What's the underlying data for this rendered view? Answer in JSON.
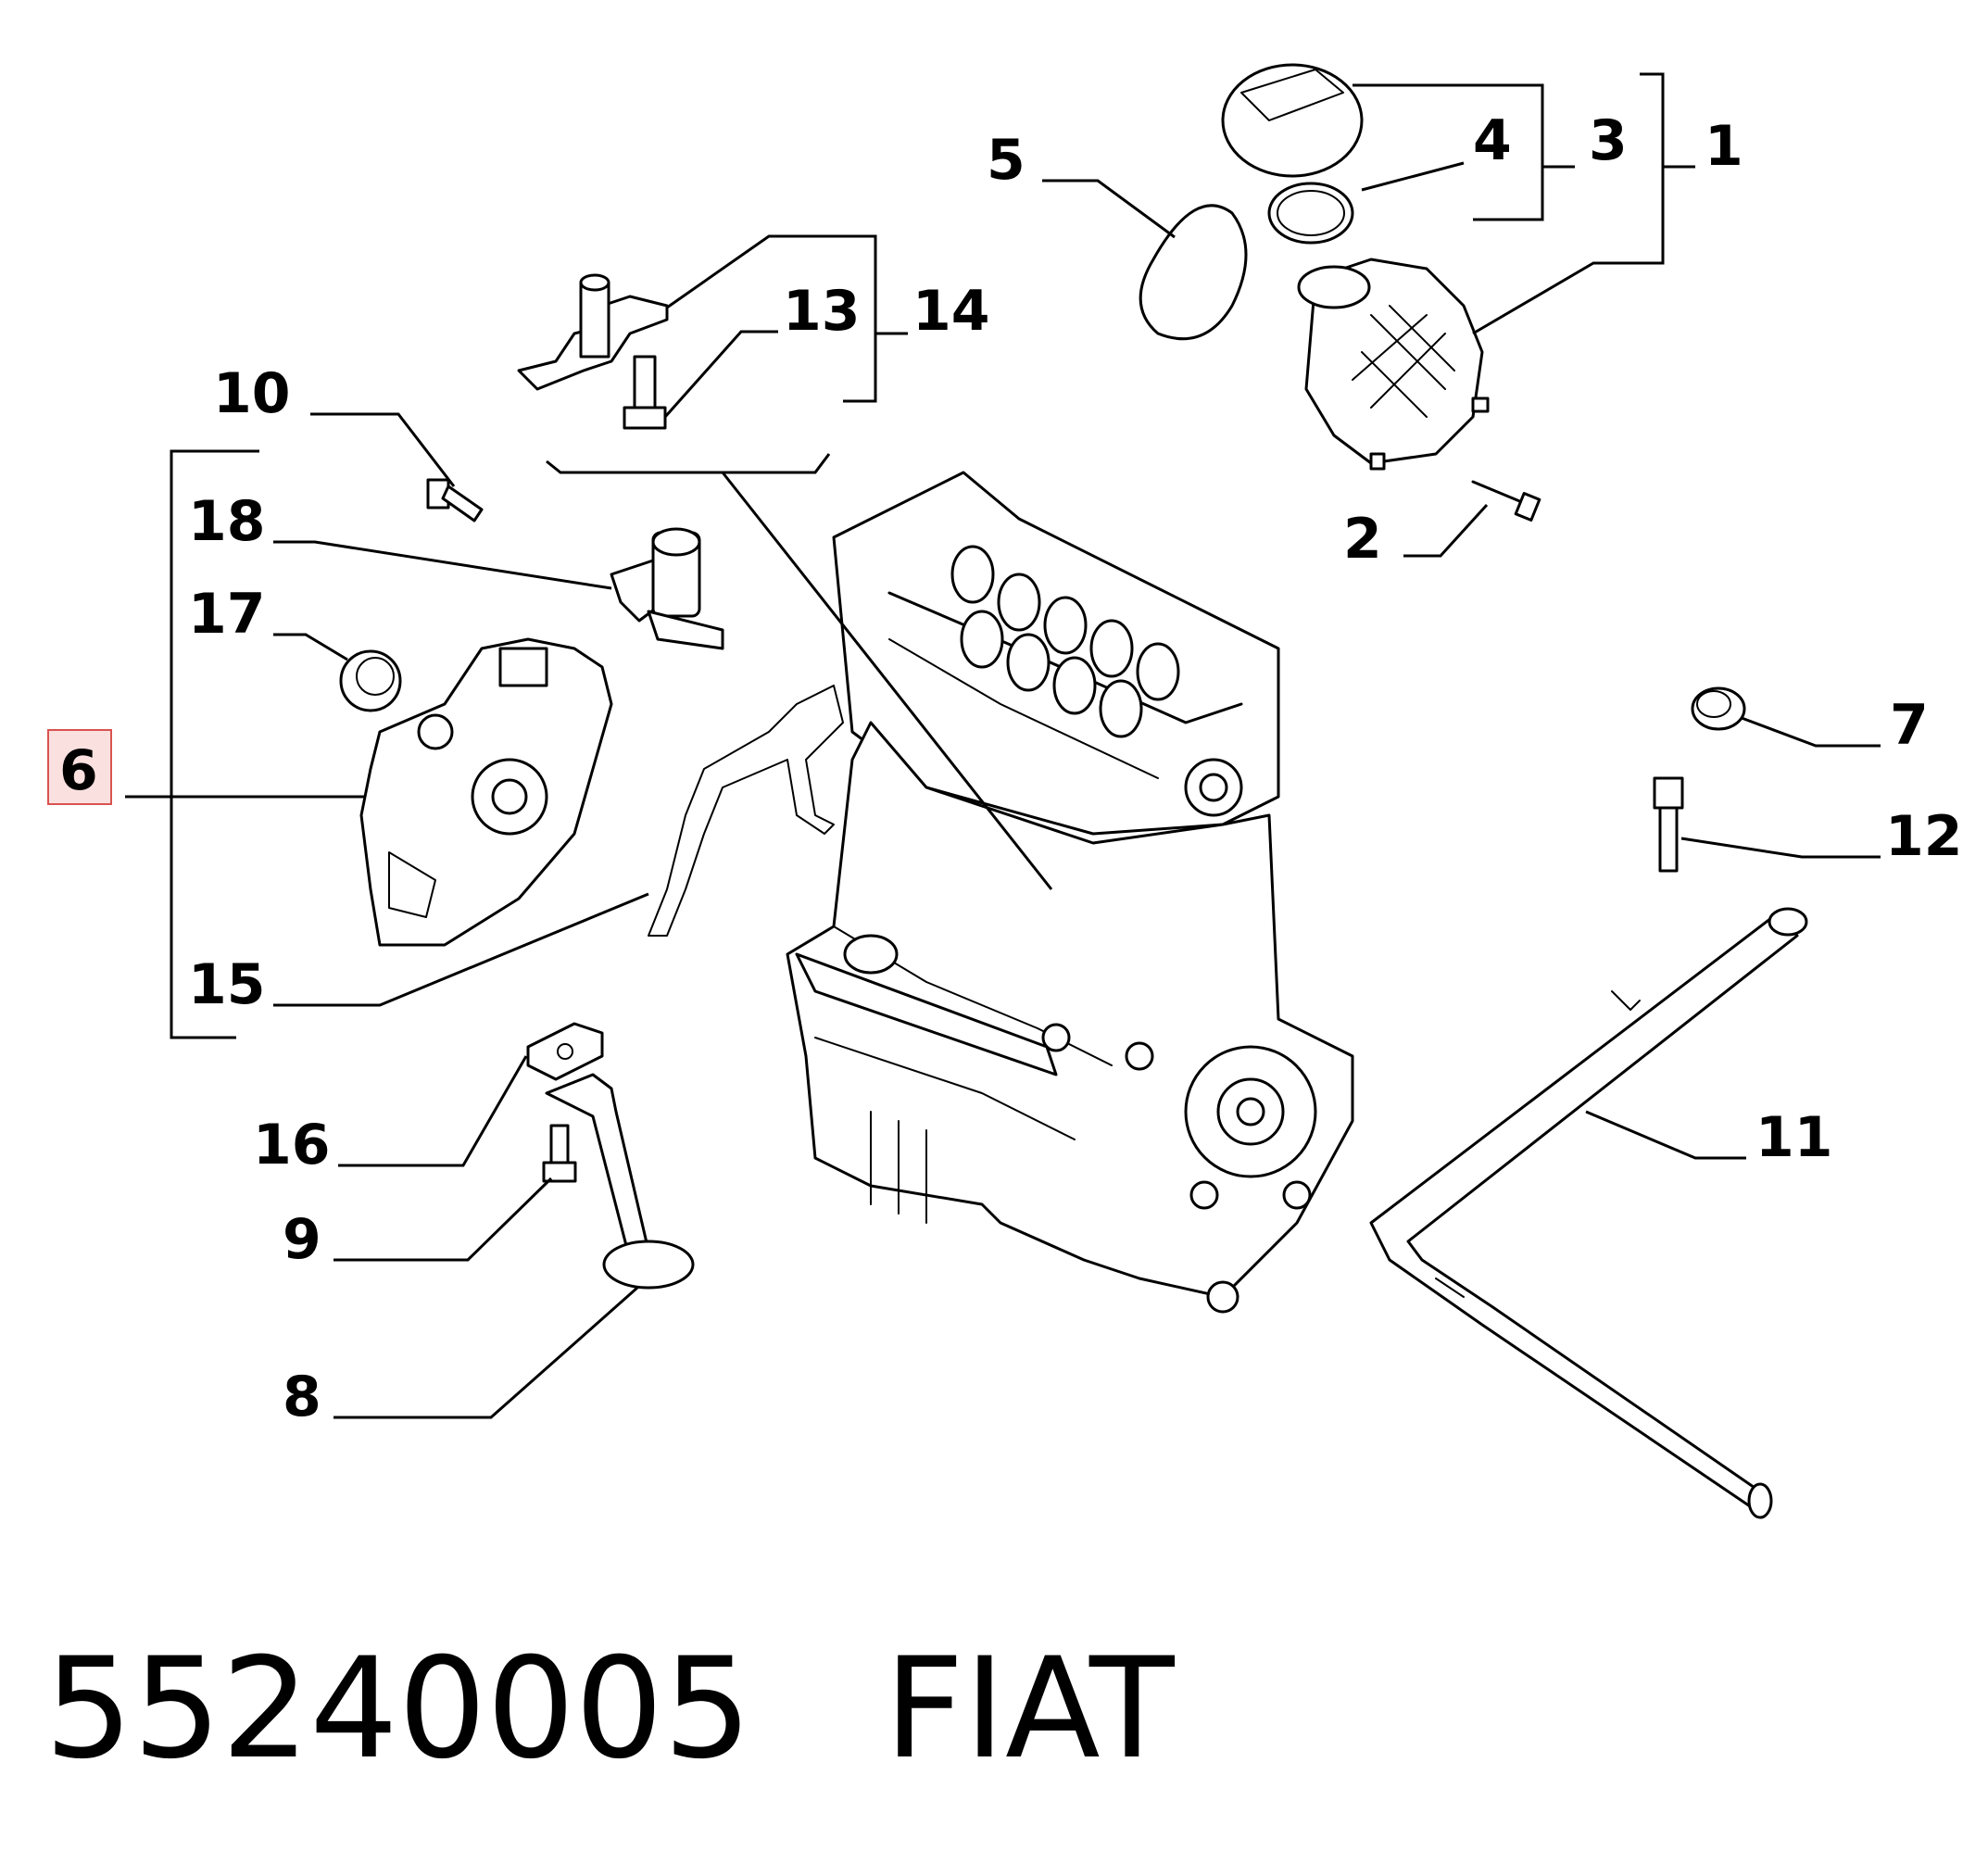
{
  "callouts": [
    {
      "id": "1",
      "label": "1"
    },
    {
      "id": "2",
      "label": "2"
    },
    {
      "id": "3",
      "label": "3"
    },
    {
      "id": "4",
      "label": "4"
    },
    {
      "id": "5",
      "label": "5"
    },
    {
      "id": "6",
      "label": "6",
      "highlighted": true
    },
    {
      "id": "7",
      "label": "7"
    },
    {
      "id": "8",
      "label": "8"
    },
    {
      "id": "9",
      "label": "9"
    },
    {
      "id": "10",
      "label": "10"
    },
    {
      "id": "11",
      "label": "11"
    },
    {
      "id": "12",
      "label": "12"
    },
    {
      "id": "13",
      "label": "13"
    },
    {
      "id": "14",
      "label": "14"
    },
    {
      "id": "15",
      "label": "15"
    },
    {
      "id": "16",
      "label": "16"
    },
    {
      "id": "17",
      "label": "17"
    },
    {
      "id": "18",
      "label": "18"
    }
  ],
  "caption": {
    "part_number": "55240005",
    "brand": "FIAT"
  },
  "colors": {
    "highlight_fill": "#fbe0e0",
    "highlight_border": "#d9534f",
    "ink": "#000000"
  }
}
